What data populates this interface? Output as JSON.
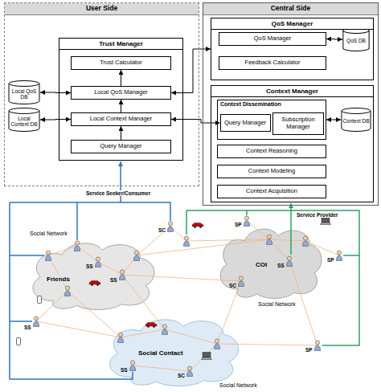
{
  "diagram": {
    "nodes": [
      {
        "text": [
          "User Side"
        ]
      },
      {
        "text": [
          "Trust Manager"
        ],
        "in": 0
      },
      {
        "text": [
          "Trust Calculator"
        ],
        "in": 1
      },
      {
        "text": [
          "Local QoS Manager"
        ],
        "in": 1
      },
      {
        "text": [
          "Local Context Manager"
        ],
        "in": 1
      },
      {
        "text": [
          "Query Manager"
        ],
        "in": 1
      },
      {
        "text": [
          "Local QoS DB"
        ],
        "in": 0
      },
      {
        "text": [
          "Local Context DB"
        ],
        "in": 0
      },
      {
        "text": [
          "Central Side"
        ]
      },
      {
        "text": [
          "QoS Manager"
        ],
        "in": 8
      },
      {
        "text": [
          "QoS Manager"
        ],
        "in": 9
      },
      {
        "text": [
          "Feedback Calculator"
        ],
        "in": 9
      },
      {
        "text": [
          "QoS DB"
        ],
        "in": 9
      },
      {
        "text": [
          "Context Manager"
        ],
        "in": 8
      },
      {
        "text": [
          "Context Dissemination"
        ],
        "in": 13
      },
      {
        "text": [
          "Query Manager"
        ],
        "in": 14
      },
      {
        "text": [
          "Subscription Manager"
        ],
        "in": 14
      },
      {
        "text": [
          "Context DB"
        ],
        "in": 13
      },
      {
        "text": [
          "Context Reasoning"
        ],
        "in": 13
      },
      {
        "text": [
          "Context Modeling"
        ],
        "in": 13
      },
      {
        "text": [
          "Context Acquisition"
        ],
        "in": 13
      },
      {
        "text": [
          "Friends"
        ]
      },
      {
        "text": [
          "COI"
        ]
      },
      {
        "text": [
          "Social Contact"
        ]
      }
    ],
    "edges": [
      {
        "from": 5,
        "to": 4,
        "arrow": "to"
      },
      {
        "from": 4,
        "to": 3,
        "arrow": "to"
      },
      {
        "from": 3,
        "to": 2,
        "arrow": "to"
      },
      {
        "from": 6,
        "to": 3,
        "arrow": "both"
      },
      {
        "from": 7,
        "to": 4,
        "arrow": "both"
      },
      {
        "from": 3,
        "to": 9,
        "arrow": "both"
      },
      {
        "from": 4,
        "to": 15,
        "arrow": "both"
      },
      {
        "from": 10,
        "to": 12,
        "arrow": "both"
      },
      {
        "from": 14,
        "to": 17,
        "arrow": "both"
      }
    ],
    "labels": [
      "Service Seeker/Consumer",
      "Social Network",
      "SC",
      "SS",
      "SS",
      "SP",
      "SS",
      "SC",
      "Social Network",
      "SS",
      "SP",
      "SP",
      "SS",
      "SC",
      "Social Network",
      "Service Provider"
    ]
  }
}
